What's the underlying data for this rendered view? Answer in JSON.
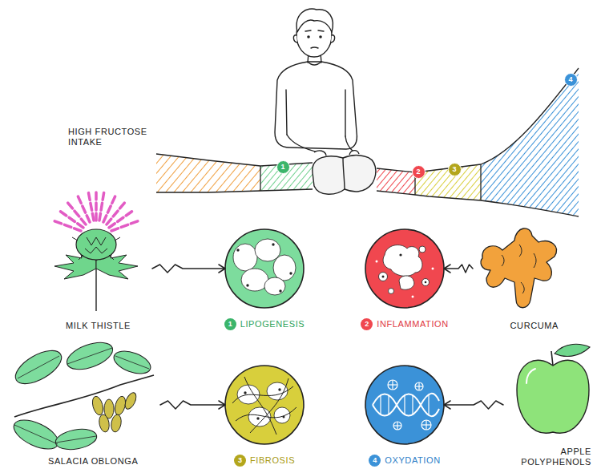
{
  "diagram": {
    "nodes": [
      {
        "text": [
          "MILK THISTLE"
        ]
      },
      {
        "text": [
          "1",
          "LIPOGENESIS"
        ]
      },
      {
        "text": [
          "2",
          "INFLAMMATION"
        ]
      },
      {
        "text": [
          "CURCUMA"
        ]
      },
      {
        "text": [
          "SALACIA OBLONGA"
        ]
      },
      {
        "text": [
          "3",
          "FIBROSIS"
        ]
      },
      {
        "text": [
          "4",
          "OXYDATION"
        ]
      },
      {
        "text": [
          "APPLE POLYPHENOLS"
        ]
      }
    ],
    "edges": [
      {
        "from": 0,
        "to": 1,
        "arrow": "to"
      },
      {
        "from": 3,
        "to": 2,
        "arrow": "to"
      },
      {
        "from": 4,
        "to": 5,
        "arrow": "to"
      },
      {
        "from": 7,
        "to": 6,
        "arrow": "to"
      }
    ],
    "labels": [
      "HIGH FRUCTOSE INTAKE",
      "1",
      "2",
      "3",
      "4"
    ]
  }
}
